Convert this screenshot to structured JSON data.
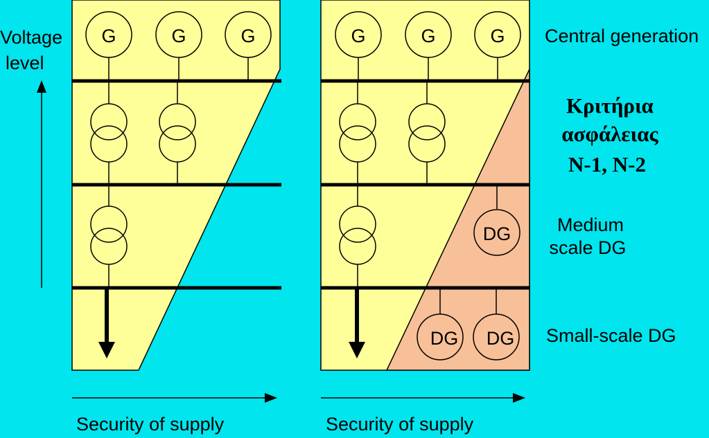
{
  "left_axis": {
    "line1": "Voltage",
    "line2": "level"
  },
  "generator_symbol": "G",
  "dg_symbol": "DG",
  "right_labels": {
    "central": "Central generation",
    "criteria_line1": "Κριτήρια",
    "criteria_line2": "ασφάλειας",
    "criteria_line3": "N-1, N-2",
    "medium_line1": "Medium",
    "medium_line2": "scale DG",
    "small": "Small-scale DG"
  },
  "bottom_axis": {
    "left_word1": "Security",
    "left_word2": "of supply",
    "right_word1": "Security",
    "right_word2": "of supply"
  },
  "colors": {
    "background": "#00e5ee",
    "panel": "#ffff99",
    "dg_zone": "#f8c098",
    "line": "#000000"
  }
}
